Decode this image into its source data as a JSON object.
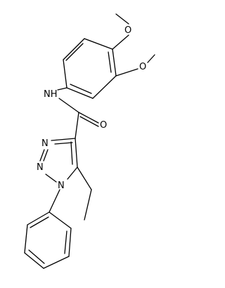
{
  "molecule": {
    "atoms": [
      {
        "id": "O_methoxy_top",
        "text": "O"
      },
      {
        "id": "O_methoxy_right",
        "text": "O"
      },
      {
        "id": "N_amide",
        "text": "NH"
      },
      {
        "id": "O_carbonyl",
        "text": "O"
      },
      {
        "id": "N_triazole_2",
        "text": "N"
      },
      {
        "id": "N_triazole_3",
        "text": "N"
      },
      {
        "id": "N_triazole_1",
        "text": "N"
      }
    ]
  },
  "colors": {
    "bond": "#000000",
    "label": "#000000",
    "background": "#ffffff"
  }
}
